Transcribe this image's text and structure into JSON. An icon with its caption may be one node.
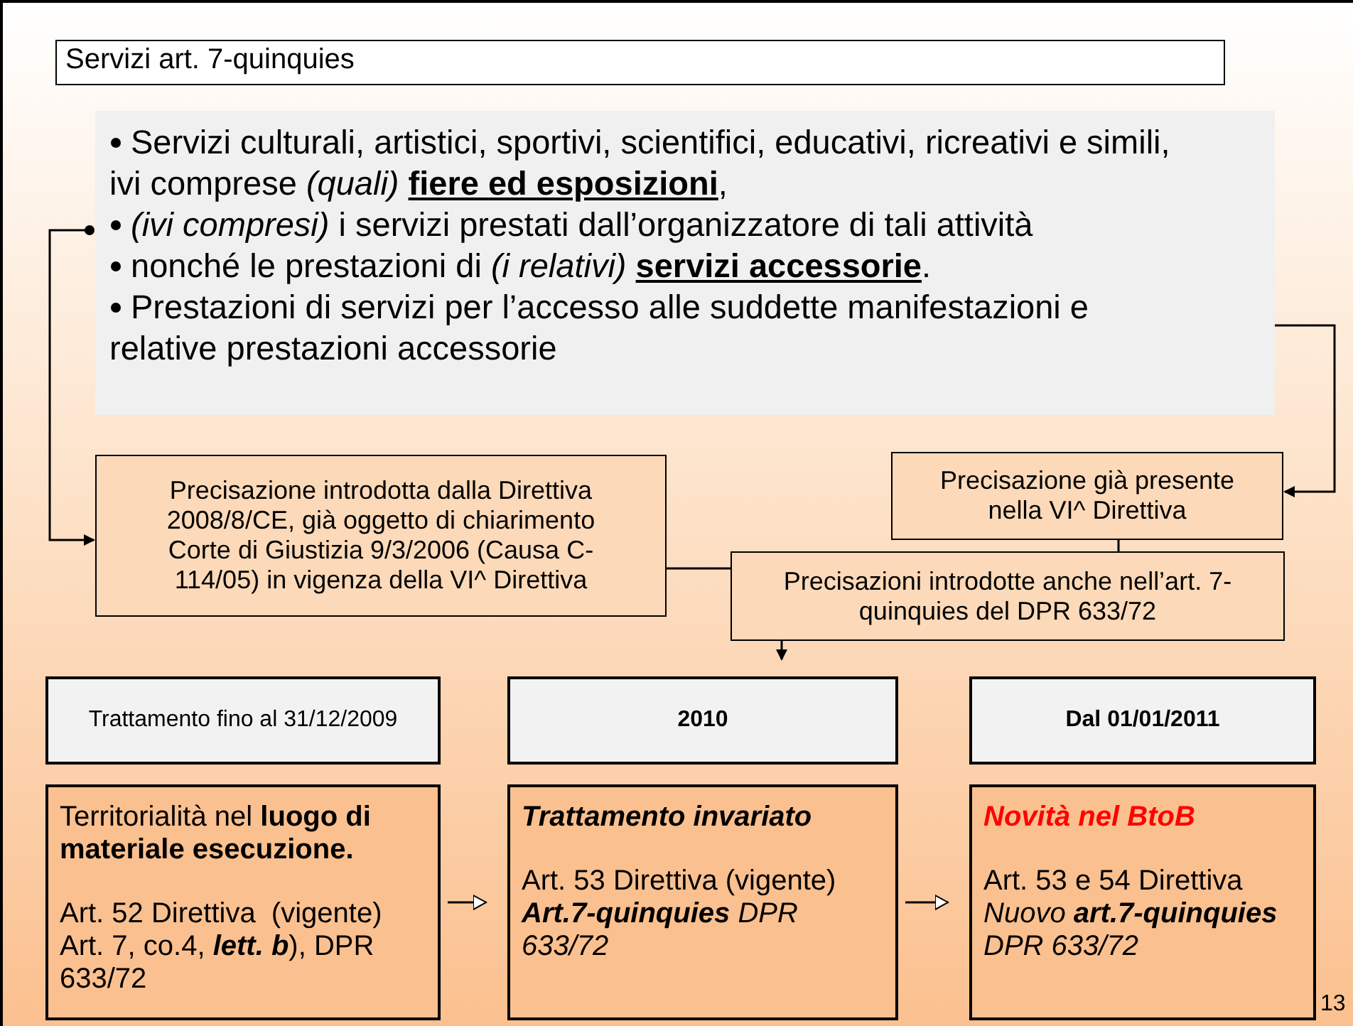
{
  "diagram": {
    "nodes": [
      {
        "text": [
          "Servizi art. 7-quinquies"
        ]
      },
      {
        "text": [
          "Servizi culturali, artistici, sportivi, scientifici, educativi, ricreativi e simili, ivi comprese *(quali)* **fiere ed esposizioni**,",
          "*(ivi compresi)* i servizi prestati dall’organizzatore di tali attività",
          "nonché le prestazioni di *(i relativi)* **servizi accessorie**.",
          "Prestazioni di servizi per l’accesso alle suddette manifestazioni e relative prestazioni accessorie"
        ]
      },
      {
        "text": [
          "Precisazione introdotta dalla Direttiva 2008/8/CE, già oggetto di chiarimento Corte di Giustizia 9/3/2006  (Causa C-114/05) in vigenza della VI^ Direttiva"
        ]
      },
      {
        "text": [
          "Precisazione già presente nella VI^ Direttiva"
        ]
      },
      {
        "text": [
          "Precisazioni introdotte anche nell’art. 7-quinquies del DPR 633/72"
        ]
      },
      {
        "text": [
          "Trattamento fino al 31/12/2009"
        ]
      },
      {
        "text": [
          "2010"
        ]
      },
      {
        "text": [
          "Dal 01/01/2011"
        ]
      },
      {
        "text": [
          "Territorialità nel **luogo di materiale esecuzione.**",
          "Art. 52 Direttiva  (vigente) Art. 7, co.4, **lett. b**), DPR 633/72"
        ]
      },
      {
        "text": [
          "Trattamento invariato",
          "Art. 53 Direttiva (vigente) **Art.7-quinquies** *DPR 633/72*"
        ]
      },
      {
        "text": [
          "Novità nel BtoB",
          "Art. 53 e 54 Direttiva *Nuovo* **art.7-quinquies** *DPR 633/72*"
        ]
      }
    ],
    "edges": [
      {
        "from": 1,
        "to": 2,
        "arrow": "to"
      },
      {
        "from": 1,
        "to": 3,
        "arrow": "to"
      },
      {
        "from": 2,
        "to": 4,
        "arrow": "none"
      },
      {
        "from": 3,
        "to": 4,
        "arrow": "none"
      },
      {
        "from": 4,
        "to": 6,
        "arrow": "to"
      },
      {
        "from": 8,
        "to": 9,
        "arrow": "to"
      },
      {
        "from": 9,
        "to": 10,
        "arrow": "to"
      }
    ],
    "labels": [
      "13"
    ]
  }
}
